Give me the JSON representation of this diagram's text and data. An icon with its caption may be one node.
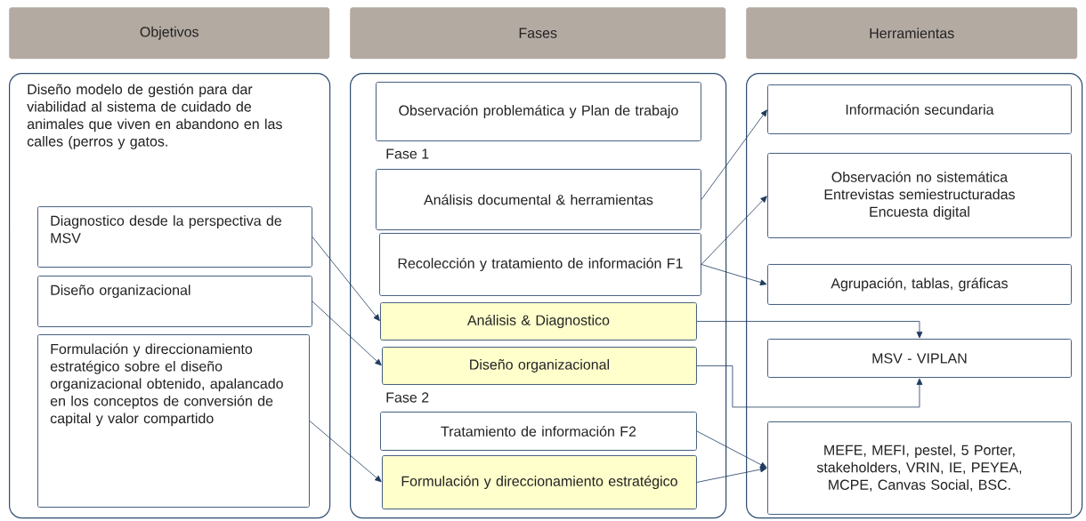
{
  "diagram": {
    "nodes": [
      {
        "text": [
          "Objetivos"
        ]
      },
      {
        "text": [
          "Fases"
        ]
      },
      {
        "text": [
          "Herramientas"
        ]
      },
      {
        "text": [
          "Diseño modelo de gestión para dar viabilidad al sistema de cuidado de animales que viven en abandono en las calles (perros y gatos."
        ]
      },
      {
        "text": [
          "Diagnostico desde la perspectiva de MSV"
        ],
        "in": 3
      },
      {
        "text": [
          "Diseño organizacional"
        ],
        "in": 3
      },
      {
        "text": [
          "Formulación y direccionamiento estratégico sobre el diseño organizacional obtenido, apalancado en los conceptos de conversión de capital y valor compartido"
        ],
        "in": 3
      },
      {
        "text": [],
        "shape": "box"
      },
      {
        "text": [
          "Observación problemática y Plan de trabajo"
        ],
        "in": 7
      },
      {
        "text": [
          "Análisis documental & herramientas"
        ],
        "in": 7
      },
      {
        "text": [
          "Recolección y tratamiento de información F1"
        ],
        "in": 7
      },
      {
        "text": [
          "Análisis & Diagnostico"
        ],
        "in": 7
      },
      {
        "text": [
          "Diseño organizacional"
        ],
        "in": 7
      },
      {
        "text": [
          "Tratamiento de información F2"
        ],
        "in": 7
      },
      {
        "text": [
          "Formulación y direccionamiento estratégico"
        ],
        "in": 7
      },
      {
        "text": [],
        "shape": "box"
      },
      {
        "text": [
          "Información secundaria"
        ],
        "in": 15
      },
      {
        "text": [
          "Observación no sistemática",
          "Entrevistas semiestructuradas",
          "Encuesta digital"
        ],
        "in": 15
      },
      {
        "text": [
          "Agrupación, tablas, gráficas"
        ],
        "in": 15
      },
      {
        "text": [
          "MSV - VIPLAN"
        ],
        "in": 15
      },
      {
        "text": [
          "MEFE, MEFI, pestel, 5 Porter, stakeholders, VRIN, IE, PEYEA, MCPE, Canvas Social, BSC."
        ],
        "in": 15
      }
    ],
    "edges": [
      {
        "from": 4,
        "to": 11,
        "arrow": "to"
      },
      {
        "from": 5,
        "to": 12,
        "arrow": "to"
      },
      {
        "from": 6,
        "to": 14,
        "arrow": "to"
      },
      {
        "from": 9,
        "to": 16,
        "arrow": "to"
      },
      {
        "from": 10,
        "to": 17,
        "arrow": "to"
      },
      {
        "from": 10,
        "to": 18,
        "arrow": "to"
      },
      {
        "from": 11,
        "to": 19,
        "arrow": "to"
      },
      {
        "from": 12,
        "to": 19,
        "arrow": "to"
      },
      {
        "from": 13,
        "to": 20,
        "arrow": "to"
      },
      {
        "from": 14,
        "to": 20,
        "arrow": "to"
      }
    ],
    "labels": [
      "Fase 1",
      "Fase 2"
    ]
  }
}
